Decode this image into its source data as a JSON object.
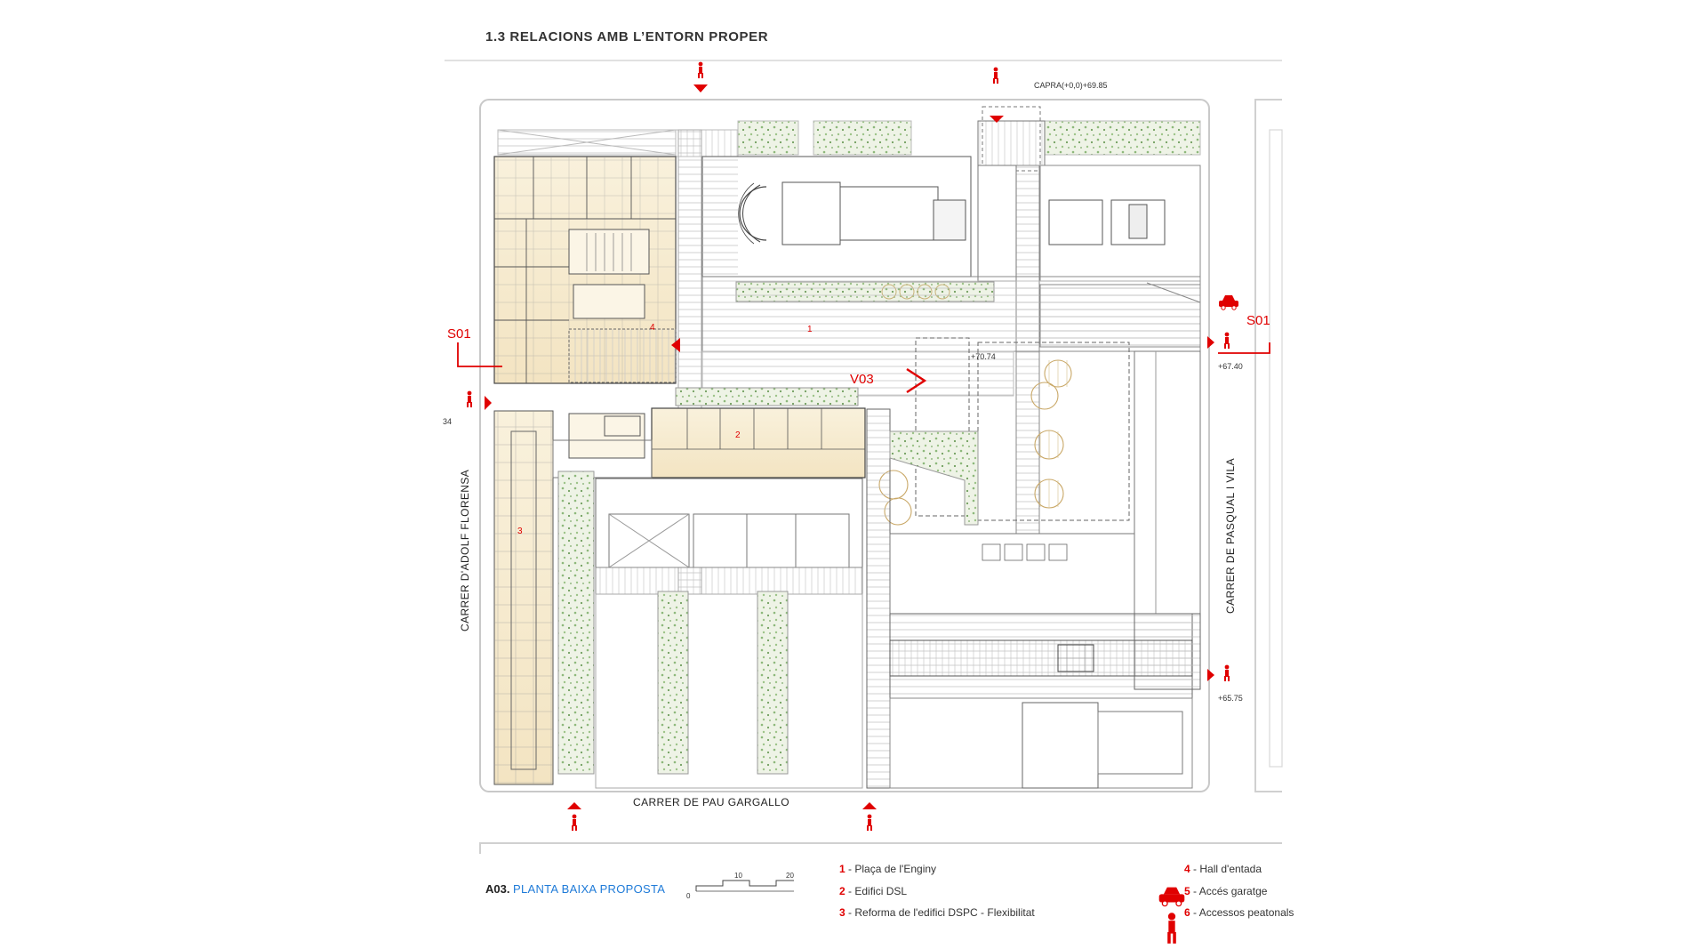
{
  "header": {
    "title": "1.3 RELACIONS AMB L’ENTORN PROPER"
  },
  "streets": {
    "west": "CARRER D'ADOLF FLORENSA",
    "east": "CARRER DE PASQUAL I VILA",
    "south": "CARRER DE PAU GARGALLO"
  },
  "sections": {
    "left": "S01",
    "right": "S01",
    "view": "V03"
  },
  "levels": {
    "capra": "CAPRA(+0,0)+69.85",
    "plaza": "+70.74",
    "east_upper": "+67.40",
    "east_lower": "+65.75",
    "west": "34"
  },
  "zones": [
    "1",
    "2",
    "3",
    "4"
  ],
  "plan": {
    "code": "A03.",
    "name": "PLANTA BAIXA PROPOSTA"
  },
  "scale_bar": {
    "ticks": [
      "0",
      "10",
      "20"
    ]
  },
  "legend": [
    {
      "num": "1",
      "label": "Plaça de l'Enginy"
    },
    {
      "num": "2",
      "label": "Edifici DSL"
    },
    {
      "num": "3",
      "label": "Reforma de l'edifici DSPC - Flexibilitat"
    },
    {
      "num": "4",
      "label": "Hall d'entada"
    },
    {
      "num": "5",
      "label": "Accés garatge"
    },
    {
      "num": "6",
      "label": "Accessos peatonals"
    }
  ],
  "colors": {
    "accent": "#e00000",
    "plan_name": "#1f7bd8",
    "building_fill": "#f6ecd3",
    "green": "#8db87a"
  }
}
